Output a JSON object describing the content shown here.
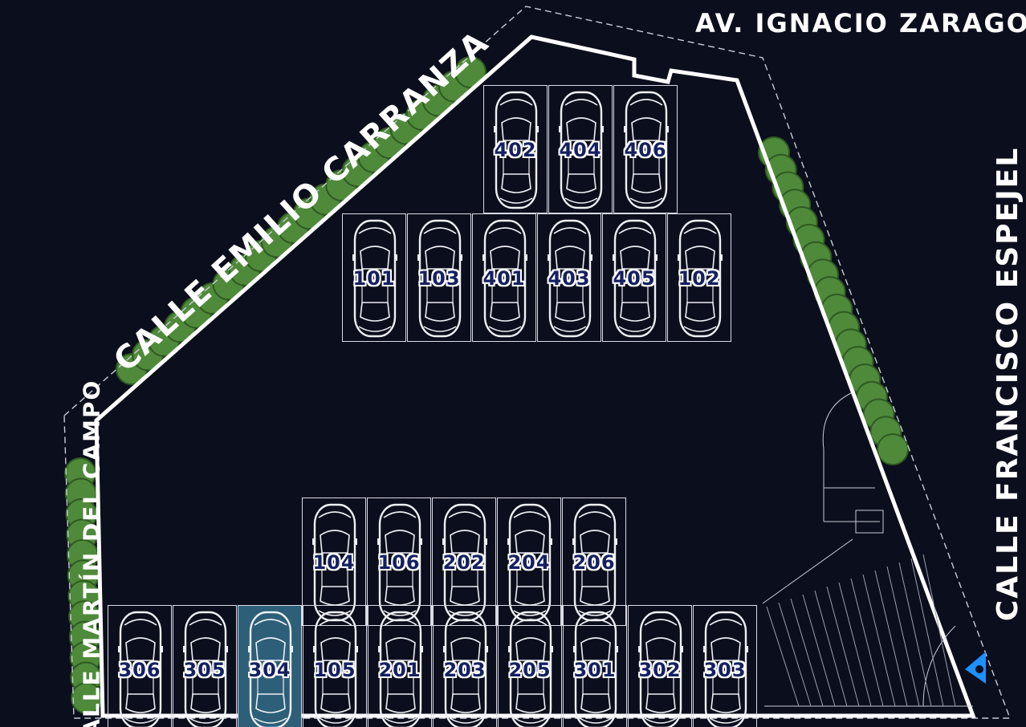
{
  "streets": {
    "north": "AV. IGNACIO ZARAGOZA",
    "northwest": "CALLE EMILIO CARRANZA",
    "east": "CALLE FRANCISCO ESPEJEL",
    "west": "CALLE MARTÍN DEL CAMPO"
  },
  "spots": {
    "top": [
      "402",
      "404",
      "406"
    ],
    "middle": [
      "101",
      "103",
      "401",
      "403",
      "405",
      "102"
    ],
    "lower": [
      "104",
      "106",
      "202",
      "204",
      "206"
    ],
    "bottom": [
      "306",
      "305",
      "304",
      "105",
      "201",
      "203",
      "205",
      "301",
      "302",
      "303"
    ]
  },
  "selected_spot": "304",
  "colors": {
    "background": "#0b0e1c",
    "selected": "#2d5f78",
    "label": "#152061",
    "marker": "#1e90ff",
    "tree": "#4e8a3a"
  },
  "marker_icon": "location-pin-icon"
}
